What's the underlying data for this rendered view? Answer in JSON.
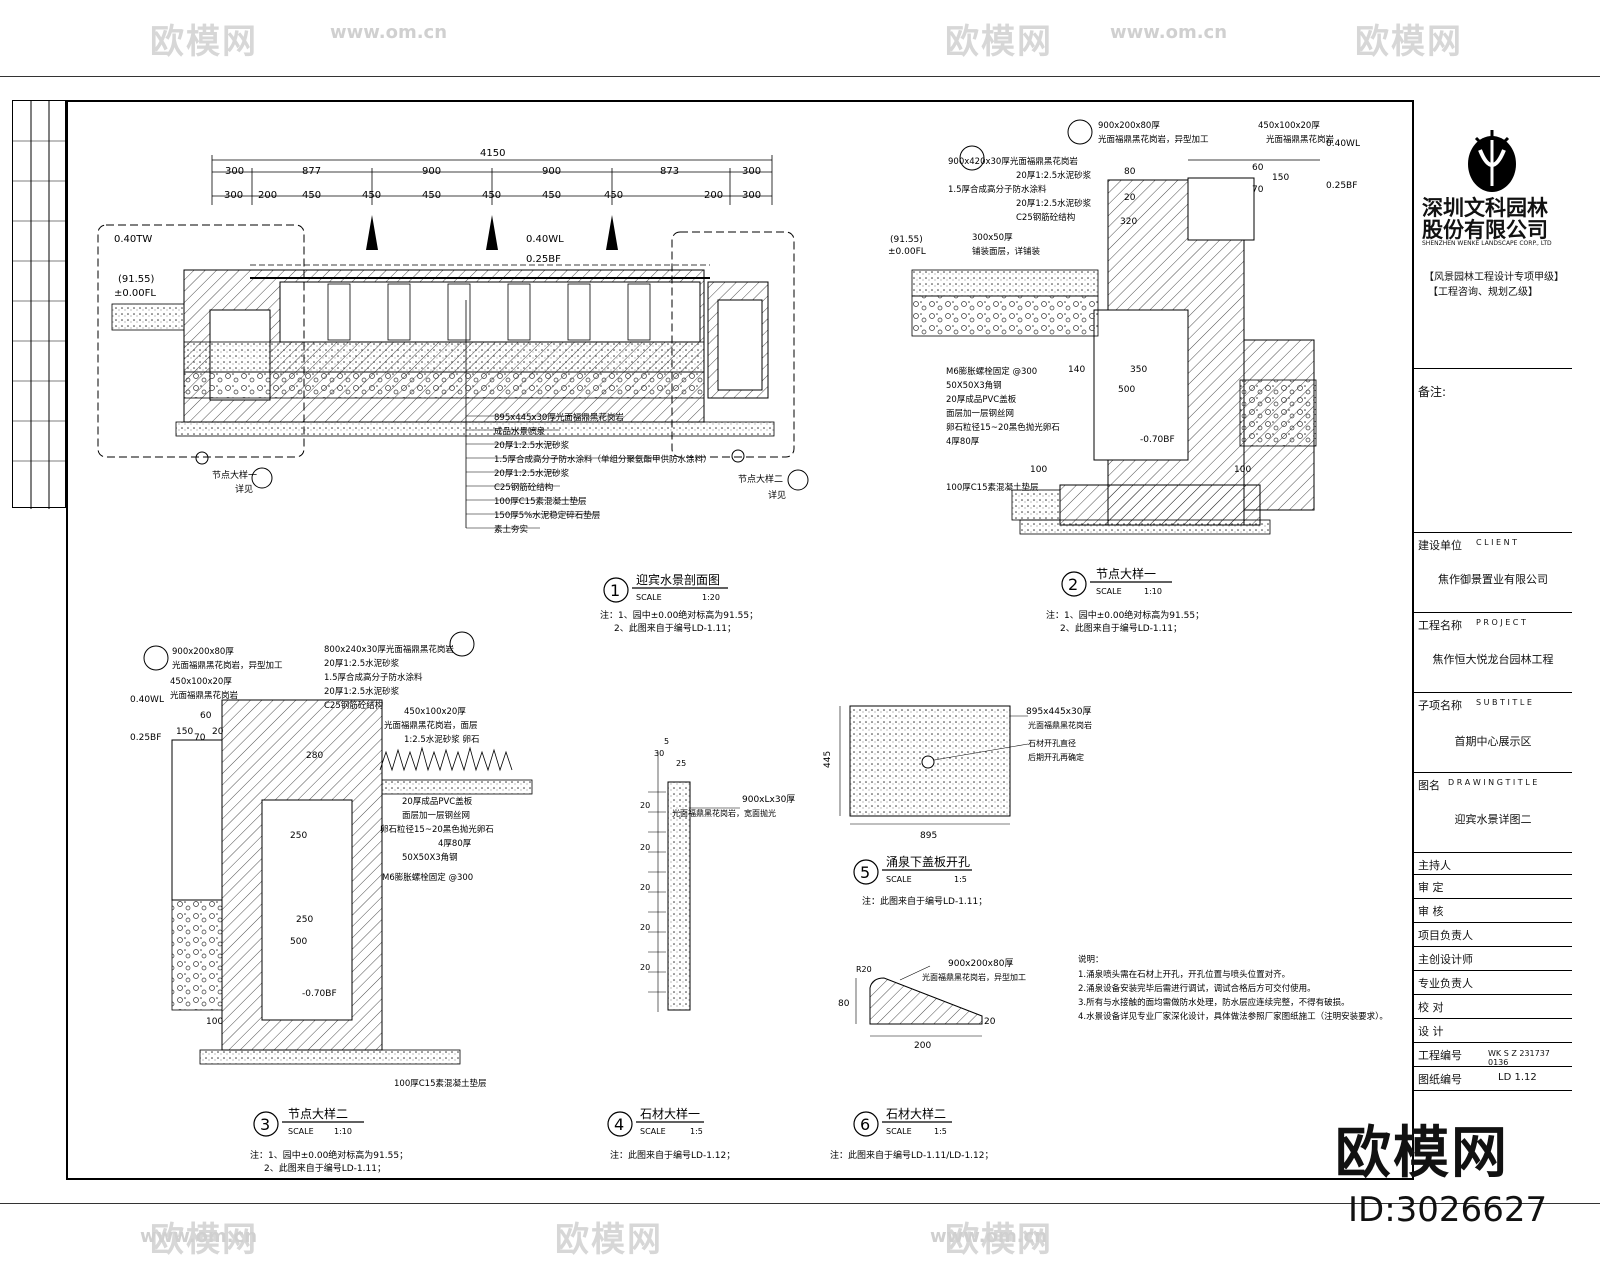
{
  "watermark": {
    "brand": "欧模网",
    "url": "www.om.cn",
    "id": "ID:3026627"
  },
  "company": {
    "name_cn_1": "深圳文科园林",
    "name_cn_2": "股份有限公司",
    "name_en": "SHENZHEN WENKE LANDSCAPE CORP., LTD"
  },
  "title_block": {
    "cert_1": "【风景园林工程设计专项甲级】",
    "cert_2": "【工程咨询、规划乙级】",
    "remarks_label": "备注:",
    "client_label": "建设单位",
    "client_en": "C L I E N T",
    "client": "焦作御景置业有限公司",
    "project_label": "工程名称",
    "project_en": "P R O J E C T",
    "project": "焦作恒大悦龙台园林工程",
    "subtitle_label": "子项名称",
    "subtitle_en": "S U B T I T L E",
    "subtitle": "首期中心展示区",
    "drawing_label": "图名",
    "drawing_en": "D R A W I N G T I T L E",
    "drawing": "迎宾水景详图二",
    "roles": [
      "主持人",
      "审 定",
      "审 核",
      "项目负责人",
      "主创设计师",
      "专业负责人",
      "校 对",
      "设 计"
    ],
    "project_no_label": "工程编号",
    "project_no": "WK S Z 231737 0136",
    "sheet_no_label": "图纸编号",
    "sheet_no": "LD 1.12"
  },
  "details": {
    "d1": {
      "num": "1",
      "title": "迎宾水景剖面图",
      "scale_label": "SCALE",
      "scale": "1:20",
      "note_1": "注：1、园中±0.00绝对标高为91.55；",
      "note_2": "2、此图来自于编号LD-1.11；",
      "dims_top": [
        "300",
        "877",
        "900",
        "900",
        "873",
        "300"
      ],
      "dims_total": "4150",
      "dims_second": [
        "300",
        "200",
        "450",
        "450",
        "450",
        "450",
        "450",
        "450",
        "200",
        "300"
      ],
      "levels": [
        "0.40TW",
        "(91.55)",
        "±0.00FL",
        "0.40WL",
        "0.25BF"
      ],
      "callouts": [
        "895x445x30厚光面福鼎黑花岗岩",
        "成品水景喷泉",
        "20厚1:2.5水泥砂浆",
        "1.5厚合成高分子防水涂料（单组分聚氨酯甲供防水涂料）",
        "20厚1:2.5水泥砂浆",
        "C25钢筋砼结构",
        "100厚C15素混凝土垫层",
        "150厚5%水泥稳定碎石垫层",
        "素土夯实"
      ],
      "ref_left": "节点大样一",
      "ref_right": "节点大样二",
      "ref_see": "详见"
    },
    "d2": {
      "num": "2",
      "title": "节点大样一",
      "scale_label": "SCALE",
      "scale": "1:10",
      "note_1": "注：1、园中±0.00绝对标高为91.55；",
      "note_2": "2、此图来自于编号LD-1.11；",
      "callouts": [
        "900x200x80厚",
        "光面福鼎黑花岗岩，异型加工",
        "900x420x30厚光面福鼎黑花岗岩",
        "20厚1:2.5水泥砂浆",
        "1.5厚合成高分子防水涂料",
        "20厚1:2.5水泥砂浆",
        "C25钢筋砼结构",
        "300x50厚",
        "铺装面层，详铺装",
        "M6膨胀螺栓固定 @300",
        "50X50X3角钢",
        "20厚成品PVC盖板",
        "面层加一层钢丝网",
        "卵石粒径15~20黑色抛光卵石",
        "4厚80厚",
        "100厚C15素混凝土垫层",
        "450x100x20厚",
        "光面福鼎黑花岗岩"
      ],
      "dims": [
        "100",
        "350",
        "500",
        "140",
        "320",
        "150",
        "70",
        "60",
        "80",
        "20",
        "100"
      ],
      "levels": [
        "0.40WL",
        "0.25BF",
        "(91.55)",
        "±0.00FL",
        "-0.70BF"
      ]
    },
    "d3": {
      "num": "3",
      "title": "节点大样二",
      "scale_label": "SCALE",
      "scale": "1:10",
      "note_1": "注：1、园中±0.00绝对标高为91.55；",
      "note_2": "2、此图来自于编号LD-1.11；",
      "callouts": [
        "900x200x80厚",
        "光面福鼎黑花岗岩，异型加工",
        "450x100x20厚",
        "光面福鼎黑花岗岩",
        "800x240x30厚光面福鼎黑花岗岩",
        "20厚1:2.5水泥砂浆",
        "1.5厚合成高分子防水涂料",
        "20厚1:2.5水泥砂浆",
        "C25钢筋砼结构",
        "450x100x20厚",
        "光面福鼎黑花岗岩，面层",
        "1:2.5水泥砂浆 卵石",
        "20厚成品PVC盖板",
        "面层加一层钢丝网",
        "卵石粒径15~20黑色抛光卵石",
        "4厚80厚",
        "50X50X3角钢",
        "M6膨胀螺栓固定 @300",
        "100厚C15素混凝土垫层"
      ],
      "dims": [
        "150",
        "70",
        "20",
        "60",
        "280",
        "250",
        "500",
        "250",
        "100"
      ],
      "levels": [
        "0.40WL",
        "0.25BF",
        "-0.70BF"
      ]
    },
    "d4": {
      "num": "4",
      "title": "石材大样一",
      "scale_label": "SCALE",
      "scale": "1:5",
      "note": "注：此图来自于编号LD-1.12；",
      "callout_1": "900xLx30厚",
      "callout_2": "光面福鼎黑花岗岩，宽面抛光",
      "dims": [
        "30",
        "5",
        "25",
        "20"
      ]
    },
    "d5": {
      "num": "5",
      "title": "涌泉下盖板开孔",
      "scale_label": "SCALE",
      "scale": "1:5",
      "note": "注：此图来自于编号LD-1.11；",
      "callout_1": "895x445x30厚",
      "callout_2": "光面福鼎黑花岗岩",
      "callout_3": "石材开孔直径",
      "callout_4": "后期开孔再确定",
      "dim_w": "895",
      "dim_h": "445"
    },
    "d6": {
      "num": "6",
      "title": "石材大样二",
      "scale_label": "SCALE",
      "scale": "1:5",
      "note": "注：此图来自于编号LD-1.11/LD-1.12；",
      "callout_1": "900x200x80厚",
      "callout_2": "光面福鼎黑花岗岩，异型加工",
      "dims": [
        "200",
        "80",
        "20",
        "R20"
      ]
    }
  },
  "general_notes": {
    "heading": "说明：",
    "n1": "1.涌泉喷头需在石材上开孔，开孔位置与喷头位置对齐。",
    "n2": "2.涌泉设备安装完毕后需进行调试，调试合格后方可交付使用。",
    "n3": "3.所有与水接触的面均需做防水处理，防水层应连续完整，不得有破损。",
    "n4": "4.水景设备详见专业厂家深化设计，具体做法参照厂家图纸施工（注明安装要求）。"
  }
}
